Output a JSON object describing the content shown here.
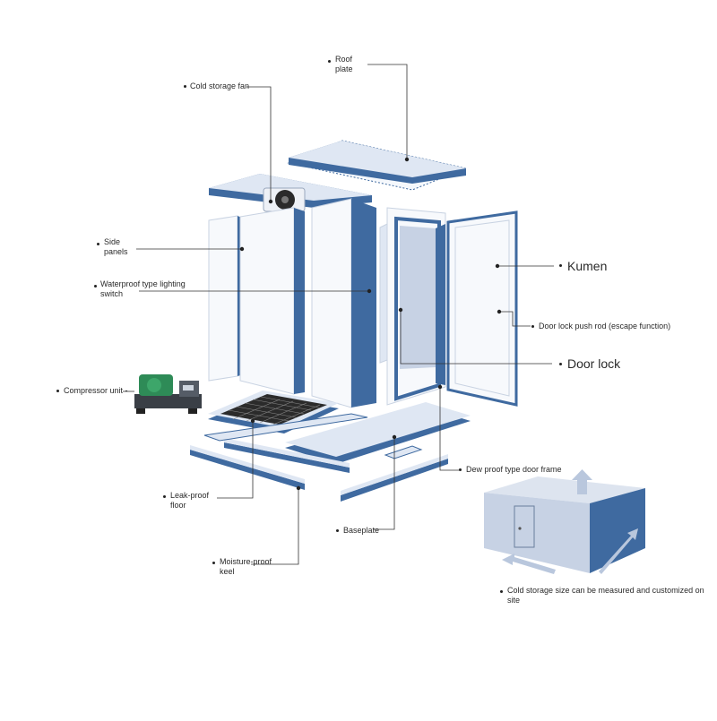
{
  "colors": {
    "panel_blue": "#3f6aa0",
    "panel_light": "#dfe7f3",
    "panel_white": "#f7f9fc",
    "leader_line": "#333333",
    "box_top": "#dde4ef",
    "box_front": "#c7d2e4",
    "box_side": "#3f6aa0",
    "arrow": "#b9c7dd",
    "compressor_green": "#2e8b57"
  },
  "labels": {
    "roof_plate": [
      "Roof",
      "plate"
    ],
    "cold_storage_fan": "Cold storage fan",
    "side_panels": [
      "Side",
      "panels"
    ],
    "lighting_switch": [
      "Waterproof type lighting",
      "switch"
    ],
    "compressor_unit": "Compressor unit -",
    "leak_proof_floor": [
      "Leak-proof",
      "floor"
    ],
    "moisture_proof_keel": [
      "Moisture-proof",
      "keel"
    ],
    "baseplate": "Baseplate",
    "dew_proof_door_frame": "Dew proof type door frame",
    "kumen": "Kumen",
    "door_lock_push_rod": "Door lock push rod (escape function)",
    "door_lock": "Door lock",
    "customized_size": [
      "Cold storage size can be measured and customized on",
      "site"
    ]
  },
  "icons": {
    "fan": "fan-icon",
    "compressor": "compressor-icon",
    "up_arrow": "arrow-up-icon"
  }
}
